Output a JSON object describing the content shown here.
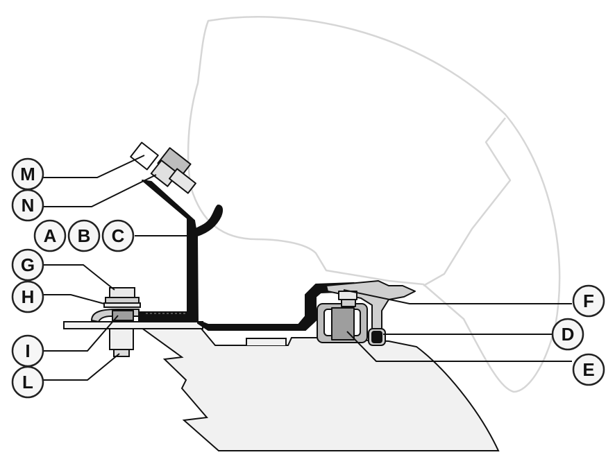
{
  "diagram": {
    "callouts": {
      "A": "A",
      "B": "B",
      "C": "C",
      "D": "D",
      "E": "E",
      "F": "F",
      "G": "G",
      "H": "H",
      "I": "I",
      "L": "L",
      "M": "M",
      "N": "N"
    }
  },
  "colors": {
    "outline_light": "#d6d6d6",
    "body_fill": "#f2f2f2",
    "panel_fill": "#f1f1f1",
    "bracket": "#111111",
    "metal_fill": "#cfcfcf",
    "metal_dark": "#9e9e9e",
    "callout_fill": "#f6f6f6",
    "callout_stroke": "#222222"
  }
}
